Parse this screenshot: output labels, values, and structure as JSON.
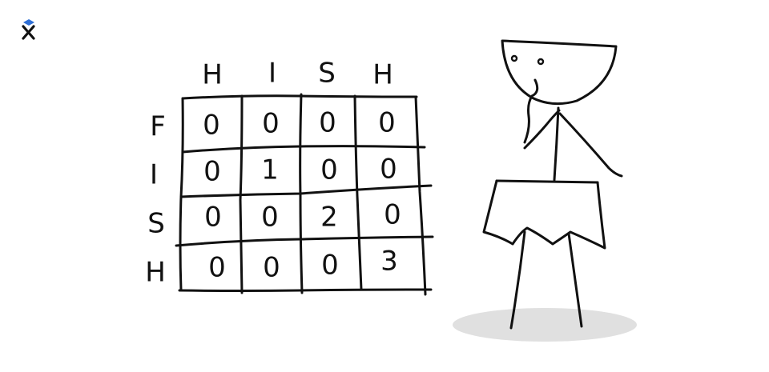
{
  "colors": {
    "ink": "#111111",
    "shadow": "#e0e0e0",
    "logo_accent": "#2f6fd6",
    "background": "#ffffff"
  },
  "logo": {
    "icon": "x-logo-icon"
  },
  "matrix": {
    "column_labels": [
      "H",
      "I",
      "S",
      "H"
    ],
    "row_labels": [
      "F",
      "I",
      "S",
      "H"
    ],
    "cells": [
      [
        "0",
        "0",
        "0",
        "0"
      ],
      [
        "0",
        "1",
        "0",
        "0"
      ],
      [
        "0",
        "0",
        "2",
        "0"
      ],
      [
        "0",
        "0",
        "0",
        "3"
      ]
    ]
  },
  "figure": {
    "icon": "stick-figure-thinking-icon",
    "shadow_icon": "ground-shadow-icon",
    "table_icon": "table-with-cloth-icon"
  }
}
